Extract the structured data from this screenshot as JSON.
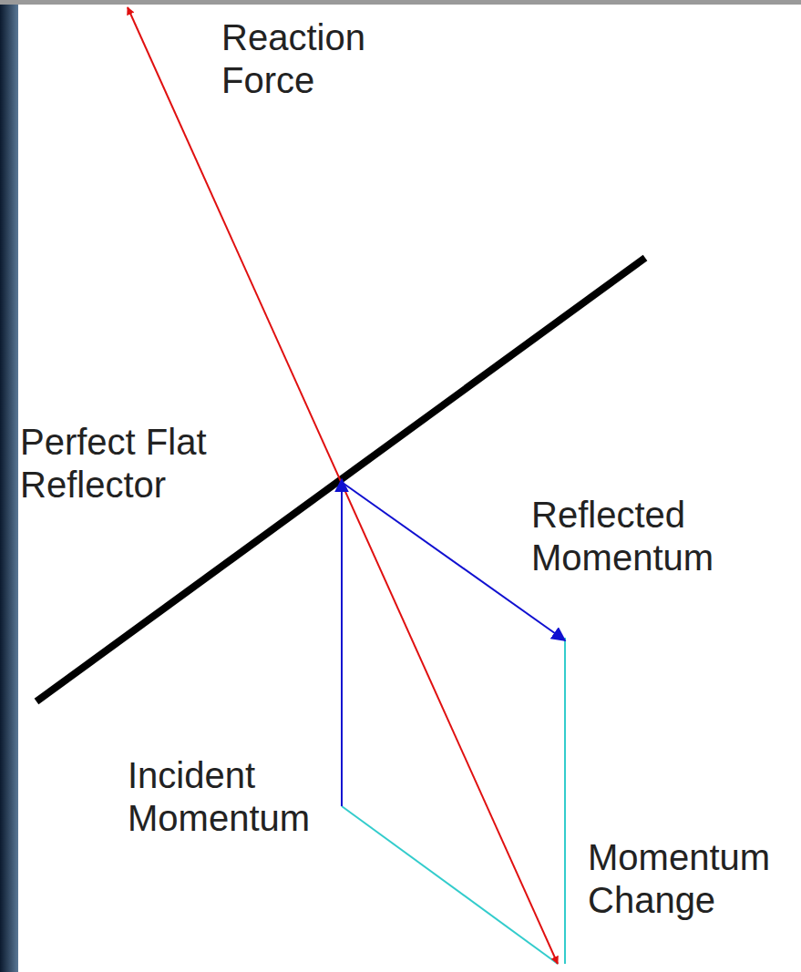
{
  "diagram": {
    "labels": [
      "Reaction Force",
      "Perfect Flat Reflector",
      "Reflected Momentum",
      "Incident Momentum",
      "Momentum Change"
    ]
  }
}
